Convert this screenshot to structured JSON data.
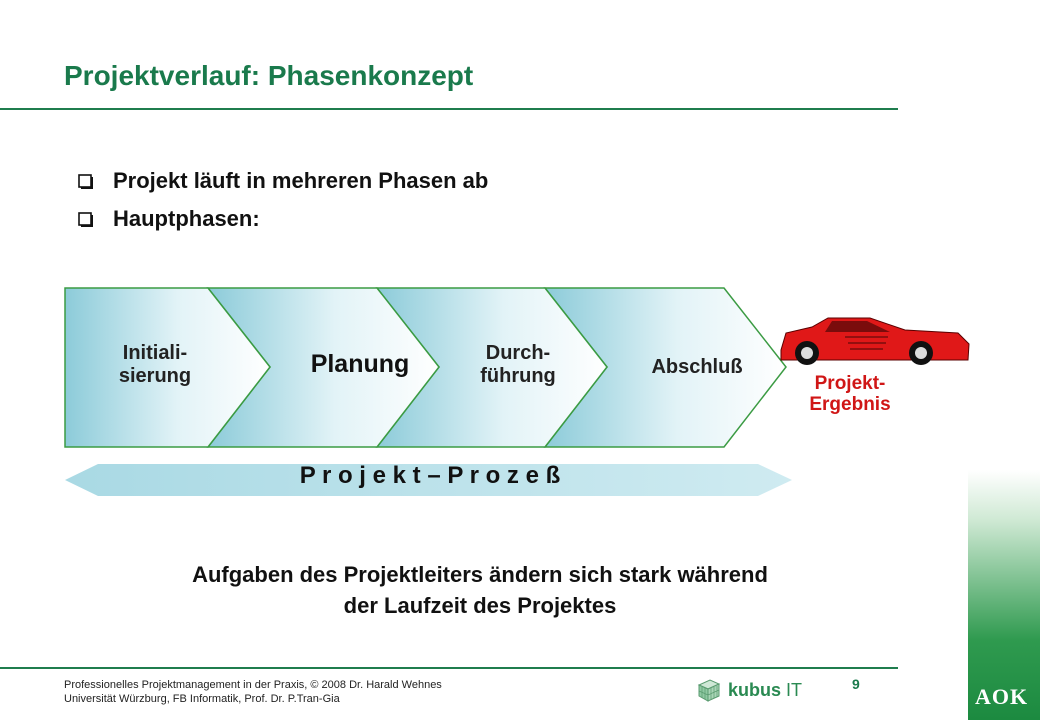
{
  "slide": {
    "title": "Projektverlauf: Phasenkonzept",
    "bullets": [
      "Projekt läuft in mehreren Phasen ab",
      "Hauptphasen:"
    ],
    "phases": [
      {
        "line1": "Initiali-",
        "line2": "sierung"
      },
      {
        "line1": "Planung",
        "line2": ""
      },
      {
        "line1": "Durch-",
        "line2": "führung"
      },
      {
        "line1": "Abschluß",
        "line2": ""
      }
    ],
    "result": {
      "line1": "Projekt-",
      "line2": "Ergebnis"
    },
    "process_arrow": "P r o j e k t – P r o z e ß",
    "statement_line1": "Aufgaben des Projektleiters ändern sich stark während",
    "statement_line2": "der Laufzeit des Projektes"
  },
  "footer": {
    "line1": "Professionelles Projektmanagement in der Praxis, © 2008  Dr. Harald Wehnes",
    "line2": "Universität Würzburg, FB Informatik, Prof. Dr. P.Tran-Gia",
    "page_number": "9",
    "logo_text": "kubus",
    "logo_suffix": "IT",
    "brand": "AOK"
  },
  "colors": {
    "title": "#1a7a4c",
    "rule": "#1f7d4e",
    "chevron_fill": "#bfe3ed",
    "chevron_stroke": "#3b9b43",
    "result_text": "#d01616",
    "car_body": "#e01818",
    "process_arrow_fill": "#bfe3ed"
  },
  "icons": [
    "checkbox-bullet-icon",
    "red-sports-car-icon",
    "kubus-cube-icon"
  ]
}
